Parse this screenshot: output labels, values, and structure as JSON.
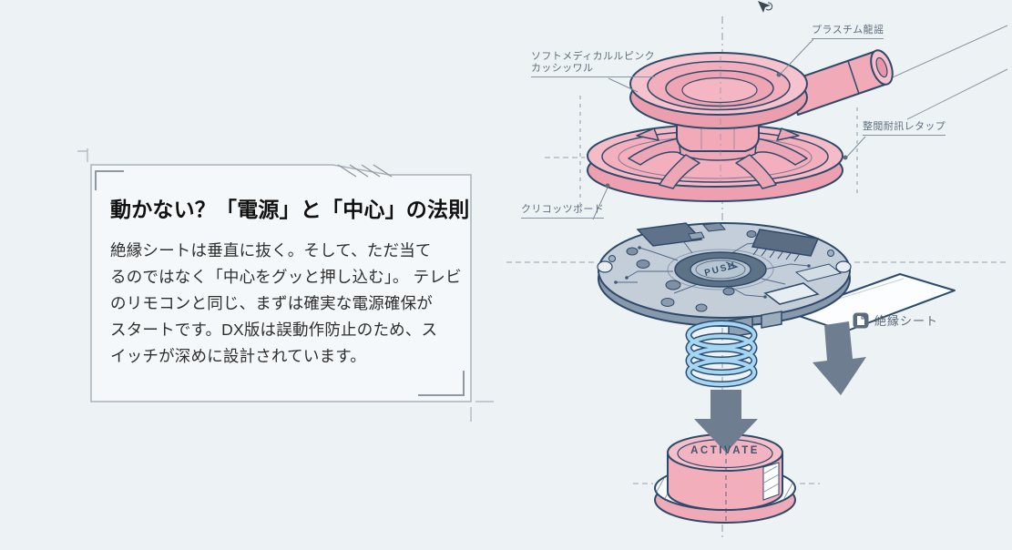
{
  "info_panel": {
    "title": "動かない？「電源」と「中心」の法則",
    "body_lines": [
      "絶縁シートは垂直に抜く。そして、ただ当て",
      "るのではなく「中心をグッと押し込む」。 テレビ",
      "のリモコンと同じ、まずは確実な電源確保が",
      "スタートです。DX版は誤動作防止のため、ス",
      "イッチが深めに設計されています。"
    ]
  },
  "diagram": {
    "labels": {
      "housing": "プラスチム龍謡",
      "soft_pink_line1": "ソフトメディカルルピンク",
      "soft_pink_line2": "カッシッワル",
      "tap": "整閲耐訊レタップ",
      "board": "クリコッツボード",
      "sheet": "絶縁シート"
    },
    "push_label": "PUSH",
    "activate_label": "ACTIVATE"
  },
  "colors": {
    "background": "#edf2f5",
    "panel_background": "#f5f8fa",
    "pink": "#f3b2bf",
    "pink_dark": "#eb9fae",
    "outline_navy": "#2e4a6b",
    "board_gray": "#c3ced9",
    "board_side": "#8799aa",
    "spring_blue": "#a5d6f2",
    "arrow_gray": "#6e7e90",
    "label_gray": "#60707e"
  }
}
